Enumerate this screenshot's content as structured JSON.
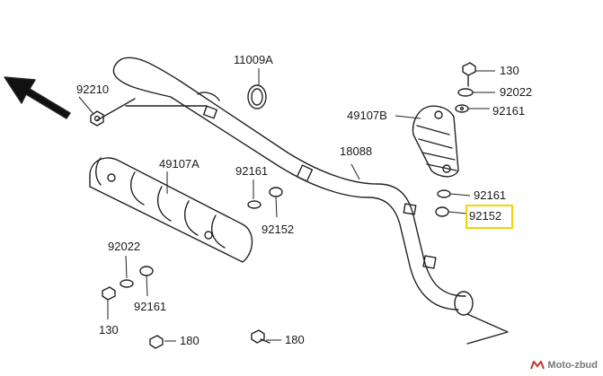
{
  "diagram": {
    "labels": {
      "p11009A": "11009A",
      "p92210": "92210",
      "p130_top": "130",
      "p92022_top": "92022",
      "p92161_top": "92161",
      "p49107B": "49107B",
      "p18088": "18088",
      "p49107A": "49107A",
      "p92161_mid": "92161",
      "p92161_right": "92161",
      "p92152_right": "92152",
      "p92152_mid": "92152",
      "p92022_left": "92022",
      "p92161_left": "92161",
      "p130_left": "130",
      "p180_a": "180",
      "p180_b": "180"
    },
    "highlight_color": "#f2d400",
    "watermark": "Moto-zbud"
  }
}
